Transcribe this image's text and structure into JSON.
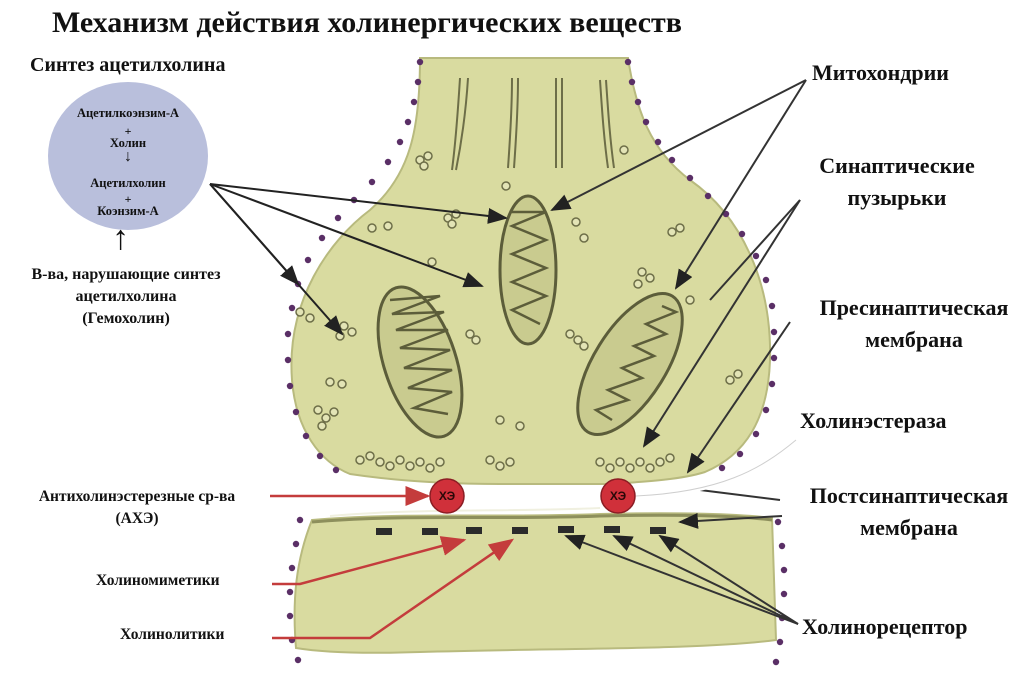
{
  "title": "Механизм действия холинергических веществ",
  "synthesis": {
    "heading": "Синтез ацетилхолина",
    "line1": "Ацетилкоэнзим-А",
    "plus1": "+",
    "line2": "Холин",
    "arrow": "↓",
    "line3": "Ацетилхолин",
    "plus2": "+",
    "line4": "Коэнзим-А",
    "up_arrow": "↑",
    "disruptors": [
      "В-ва, нарушающие синтез",
      "ацетилхолина",
      "(Гемохолин)"
    ]
  },
  "right_labels": {
    "mitochondria": "Митохондрии",
    "vesicles": [
      "Синаптические",
      "пузырьки"
    ],
    "presynaptic": [
      "Пресинаптическая",
      "мембрана"
    ],
    "cholinesterase": "Холинэстераза",
    "postsynaptic": [
      "Постсинаптическая",
      "мембрана"
    ],
    "cholinoreceptor": "Холинорецептор"
  },
  "left_labels": {
    "anticholinesterase": [
      "Антихолинэстерезные ср-ва",
      "(АХЭ)"
    ],
    "cholinomimetics": "Холиномиметики",
    "cholinolytics": "Холинолитики"
  },
  "enzyme_label": "ХЭ",
  "colors": {
    "tissue": "#d9dba0",
    "tissue_edge": "#b8ba7e",
    "border_dots": "#5a2f66",
    "circle": "#b9bfdc",
    "enzyme": "#d0303a",
    "red_arrow": "#c43c3c",
    "receptor": "#2b2b2b"
  }
}
